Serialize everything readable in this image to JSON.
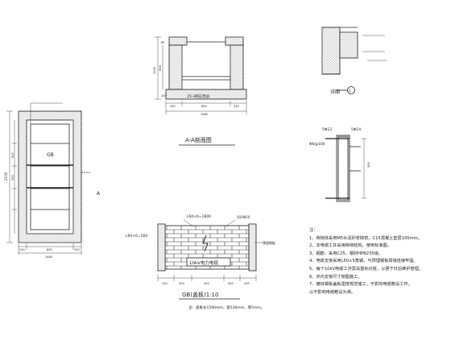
{
  "sections": {
    "plan": {
      "label_gb": "GB",
      "marker_a": "A",
      "top_note": "...",
      "dim_2100": "2100",
      "dim_615": "615",
      "dim_500": "500",
      "dim_240": "240",
      "dim_800": "800",
      "dim_240b": "240",
      "dim_1480": "1480"
    },
    "aa": {
      "title": "A-A剖面图",
      "layer_label": "25-3碎石垫层",
      "dim_1480": "1480",
      "dim_240": "240",
      "dim_800": "800",
      "dim_240b": "240",
      "dim_1200": "1200",
      "dim_900": "900",
      "dim_80": "80",
      "dim_100": "100"
    },
    "detail": {
      "title": "详图",
      "callout": "C"
    },
    "bracket": {
      "phi12": "5Φ12",
      "phi14": "5Φ14",
      "phi6": "Φ6@100",
      "dim_500": "500"
    },
    "gb": {
      "title": "GB(盖板)1:10",
      "lbl_l1": "L60×6=1800",
      "lbl_l2": "L60×6=560",
      "lbl_slab": "预留钢板",
      "lbl_hook": "吊环Φ20",
      "lbl_cable": "10kV电力电缆",
      "dim_200": "200",
      "dim_500a": "500",
      "dim_400": "400",
      "dim_500b": "500",
      "dim_200b": "200",
      "note": "注：盖板长1590mm、宽530mm、厚5mm。"
    }
  },
  "notes": [
    "注：",
    "1、砖砌体采用M5水泥砂浆砌筑，C15混凝土垫层100mm。",
    "2、本电缆工井采用砖砌结构。使用标准图。",
    "3、钢筋：采用C25，钢材HPB235级。",
    "4、电缆支架采用L50×5角钢，与预埋钢板焊接连接牢固。",
    "5、每个10kV电缆工井需设置标识桩，以便于日后维护管理。",
    "6、井内支架尺寸按图施工。",
    "7、镀锌钢板盖板需按规范施工，不影响电缆敷设工作。",
    "以不影响电缆敷设为准。"
  ]
}
